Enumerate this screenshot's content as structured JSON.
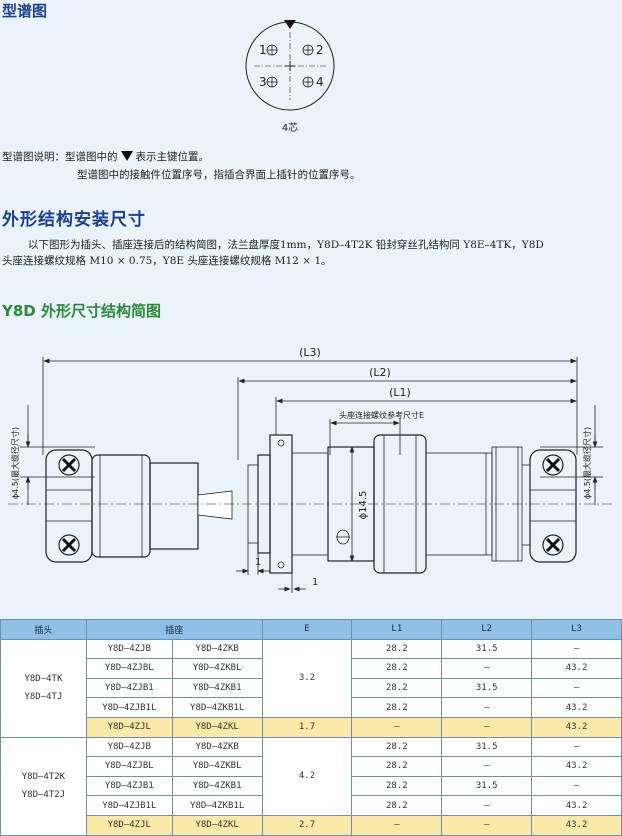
{
  "section1": {
    "title": "型谱图",
    "pins": [
      "1",
      "2",
      "3",
      "4"
    ],
    "pin_caption": "4芯",
    "note_prefix": "型谱图说明：型谱图中的",
    "note_suffix": "表示主键位置。",
    "note2": "型谱图中的接触件位置序号，指插合界面上插针的位置序号。"
  },
  "section2": {
    "title": "外形结构安装尺寸",
    "paragraph_line1": "以下图形为插头、插座连接后的结构简图，法兰盘厚度1mm，Y8D–4T2K 铅封穿丝孔结构同 Y8E–4TK，Y8D",
    "paragraph_line2": "头座连接螺纹规格 M10 × 0.75，Y8E 头座连接螺纹规格 M12 × 1。"
  },
  "section3": {
    "title": "Y8D 外形尺寸结构简图"
  },
  "drawing": {
    "L3": "(L3)",
    "L2": "(L2)",
    "L1": "(L1)",
    "E_label": "头座连接螺纹参考尺寸E",
    "dia_left": "ϕ4.5(最大缆径尺寸)",
    "dia_right": "ϕ4.5(最大缆径尺寸)",
    "dia_center": "ϕ14.5",
    "dim_1a": "1",
    "dim_1b": "1"
  },
  "table": {
    "headers": [
      "插头",
      "插座",
      "E",
      "L1",
      "L2",
      "L3"
    ],
    "groups": [
      {
        "plug": [
          "Y8D–4TK",
          "Y8D–4TJ"
        ],
        "rows": [
          {
            "s1": "Y8D–4ZJB",
            "s2": "Y8D–4ZKB",
            "L1": "28.2",
            "L2": "31.5",
            "L3": "—"
          },
          {
            "s1": "Y8D–4ZJBL",
            "s2": "Y8D–4ZKBL",
            "L1": "28.2",
            "L2": "—",
            "L3": "43.2"
          },
          {
            "s1": "Y8D–4ZJB1",
            "s2": "Y8D–4ZKB1",
            "L1": "28.2",
            "L2": "31.5",
            "L3": "—"
          },
          {
            "s1": "Y8D–4ZJB1L",
            "s2": "Y8D–4ZKB1L",
            "L1": "28.2",
            "L2": "—",
            "L3": "43.2"
          }
        ],
        "E": "3.2",
        "last": {
          "s1": "Y8D–4ZJL",
          "s2": "Y8D–4ZKL",
          "E": "1.7",
          "L1": "—",
          "L2": "—",
          "L3": "43.2"
        }
      },
      {
        "plug": [
          "Y8D–4T2K",
          "Y8D–4T2J"
        ],
        "rows": [
          {
            "s1": "Y8D–4ZJB",
            "s2": "Y8D–4ZKB",
            "L1": "28.2",
            "L2": "31.5",
            "L3": "—"
          },
          {
            "s1": "Y8D–4ZJBL",
            "s2": "Y8D–4ZKBL",
            "L1": "28.2",
            "L2": "—",
            "L3": "43.2"
          },
          {
            "s1": "Y8D–4ZJB1",
            "s2": "Y8D–4ZKB1",
            "L1": "28.2",
            "L2": "31.5",
            "L3": "—"
          },
          {
            "s1": "Y8D–4ZJB1L",
            "s2": "Y8D–4ZKB1L",
            "L1": "28.2",
            "L2": "—",
            "L3": "43.2"
          }
        ],
        "E": "4.2",
        "last": {
          "s1": "Y8D–4ZJL",
          "s2": "Y8D–4ZKL",
          "E": "2.7",
          "L1": "—",
          "L2": "—",
          "L3": "43.2"
        }
      }
    ]
  }
}
